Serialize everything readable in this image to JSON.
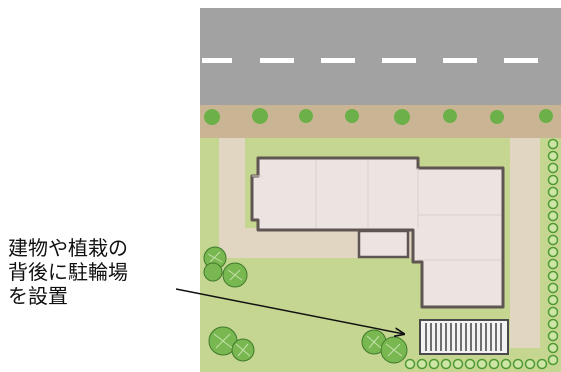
{
  "annotation": {
    "lines": [
      "建物や植栽の",
      "背後に駐輪場",
      "を設置"
    ]
  },
  "colors": {
    "road": "#a2a2a2",
    "road_marking": "#ffffff",
    "sidewalk": "#c9b593",
    "lawn": "#c4d68f",
    "path": "#e0d6c2",
    "building_fill": "#ece4e0",
    "building_outline": "#5f5552",
    "hedge_dot": "#cde6a6",
    "hedge_outline": "#4f9a33",
    "street_tree": "#6cb04a",
    "shrub": "#79b750",
    "bicycle_rack": "#6f6f6f"
  },
  "icons": [
    "street-tree-icon",
    "shrub-icon",
    "hedge-icon",
    "bicycle-rack-icon"
  ]
}
